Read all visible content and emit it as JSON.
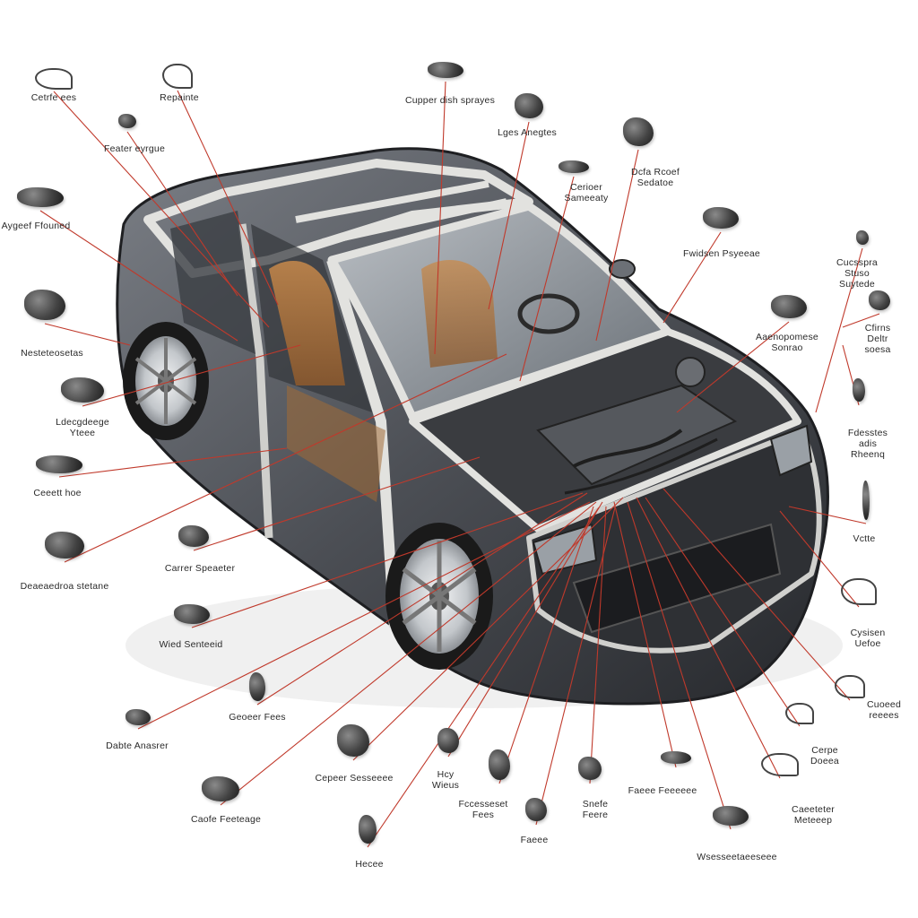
{
  "colors": {
    "leader_line": "#c0392b",
    "car_body": "#5a5d63",
    "car_dark": "#2b2d31",
    "glass": "#9aa1a8",
    "frame": "#d8d8d6",
    "seat": "#b8793e",
    "rim": "#d9dcdf"
  },
  "parts": [
    {
      "id": "p01",
      "name": "Cetrfe ees",
      "icon": "cable-icon"
    },
    {
      "id": "p02",
      "name": "Repainte",
      "icon": "cable-icon"
    },
    {
      "id": "p03",
      "name": "Cupper dish sprayes",
      "icon": "component-icon"
    },
    {
      "id": "p04",
      "name": "Feater eyrgue",
      "icon": "bracket-icon"
    },
    {
      "id": "p05",
      "name": "Lges Anegtes",
      "icon": "component-icon"
    },
    {
      "id": "p06",
      "name": "Aygeef Ffouned",
      "icon": "component-icon"
    },
    {
      "id": "p07",
      "name": "Cerioer\nSameeaty",
      "icon": "sensor-icon"
    },
    {
      "id": "p08",
      "name": "Dcfa Rcoef\nSedatoe",
      "icon": "component-icon"
    },
    {
      "id": "p09",
      "name": "Fwidsen Psyeeae",
      "icon": "component-icon"
    },
    {
      "id": "p10",
      "name": "Cucsspra Stuso\nSuytede",
      "icon": "sensor-icon"
    },
    {
      "id": "p11",
      "name": "Nesteteosetas",
      "icon": "component-icon"
    },
    {
      "id": "p12",
      "name": "Aaenopomese\nSonrao",
      "icon": "component-icon"
    },
    {
      "id": "p13",
      "name": "Cfirns\nDeltr\nsoesa",
      "icon": "component-icon"
    },
    {
      "id": "p14",
      "name": "Ldecgdeege\nYteee",
      "icon": "component-icon"
    },
    {
      "id": "p15",
      "name": "Fdesstes adis\nRheenq",
      "icon": "sensor-icon"
    },
    {
      "id": "p16",
      "name": "Ceeett hoe",
      "icon": "component-icon"
    },
    {
      "id": "p17",
      "name": "Vctte",
      "icon": "sensor-icon"
    },
    {
      "id": "p18",
      "name": "Deaeaedroa stetane",
      "icon": "component-icon"
    },
    {
      "id": "p19",
      "name": "Carrer Speaeter",
      "icon": "component-icon"
    },
    {
      "id": "p20",
      "name": "Cysisen\nUefoe",
      "icon": "cable-icon"
    },
    {
      "id": "p21",
      "name": "Wied Senteeid",
      "icon": "component-icon"
    },
    {
      "id": "p22",
      "name": "Geoeer Fees",
      "icon": "component-icon"
    },
    {
      "id": "p23",
      "name": "Cuoeed\nreeees",
      "icon": "cable-icon"
    },
    {
      "id": "p24",
      "name": "Dabte Anasrer",
      "icon": "component-icon"
    },
    {
      "id": "p25",
      "name": "Cerpe\nDoeea",
      "icon": "cable-icon"
    },
    {
      "id": "p26",
      "name": "Cepeer Sesseeee",
      "icon": "component-icon"
    },
    {
      "id": "p27",
      "name": "Hcy\nWieus",
      "icon": "component-icon"
    },
    {
      "id": "p28",
      "name": "Faeee Feeeeee",
      "icon": "component-icon"
    },
    {
      "id": "p29",
      "name": "Caofe Feeteage",
      "icon": "component-icon"
    },
    {
      "id": "p30",
      "name": "Fccesseset\nFees",
      "icon": "component-icon"
    },
    {
      "id": "p31",
      "name": "Snefe\nFeere",
      "icon": "component-icon"
    },
    {
      "id": "p32",
      "name": "Caeeteter\nMeteeep",
      "icon": "cable-icon"
    },
    {
      "id": "p33",
      "name": "Faeee",
      "icon": "component-icon"
    },
    {
      "id": "p34",
      "name": "Hecee",
      "icon": "sensor-icon"
    },
    {
      "id": "p35",
      "name": "Wsesseetaeeseee",
      "icon": "component-icon"
    }
  ]
}
